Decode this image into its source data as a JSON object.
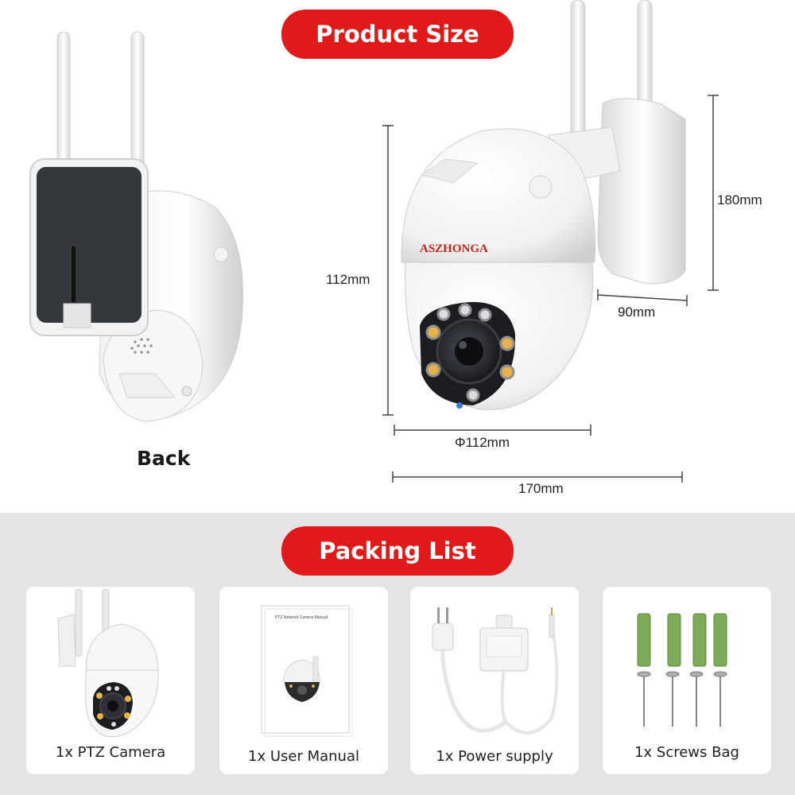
{
  "header": {
    "product_size_title": "Product Size"
  },
  "back_view": {
    "label": "Back"
  },
  "front_view": {
    "brand": "ASZHONGA"
  },
  "dimensions": {
    "height_body": "112mm",
    "height_total": "180mm",
    "bracket_width": "90mm",
    "diameter": "Φ112mm",
    "depth_total": "170mm"
  },
  "packing": {
    "title": "Packing List",
    "items": [
      {
        "label": "1x PTZ Camera"
      },
      {
        "label": "1x User  Manual",
        "manual_title": "PTZ Network Camera Manual"
      },
      {
        "label": "1x Power supply"
      },
      {
        "label": "1x Screws Bag"
      }
    ]
  },
  "colors": {
    "accent": "#e01a1a",
    "panel": "#e4e4e4",
    "card": "#ffffff",
    "screw_anchor": "#7dab5a",
    "led": "#e8b24a"
  }
}
